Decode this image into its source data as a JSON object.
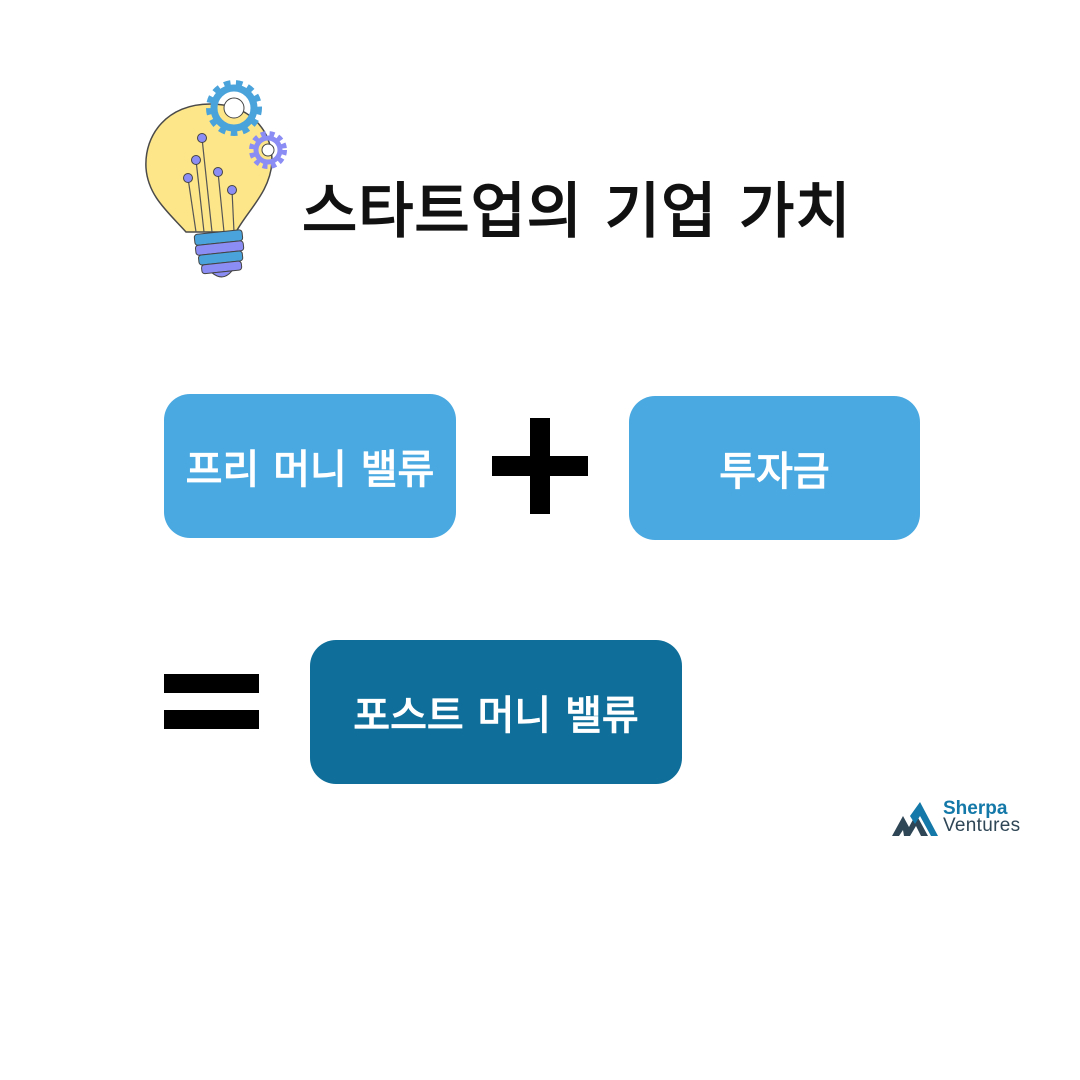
{
  "title": "스타트업의 기업 가치",
  "pre_money": "프리 머니 밸류",
  "investment": "투자금",
  "post_money": "포스트 머니 밸류",
  "logo": {
    "line1": "Sherpa",
    "line2": "Ventures"
  },
  "colors": {
    "light_box": "#4aa9e1",
    "dark_box": "#0f6f9a",
    "bulb": "#fde68a",
    "gear_blue": "#4aa3da",
    "gear_purple": "#8b8cf4"
  },
  "icons": [
    "lightbulb-gears-icon",
    "plus-icon",
    "equals-icon",
    "mountain-logo-icon"
  ]
}
